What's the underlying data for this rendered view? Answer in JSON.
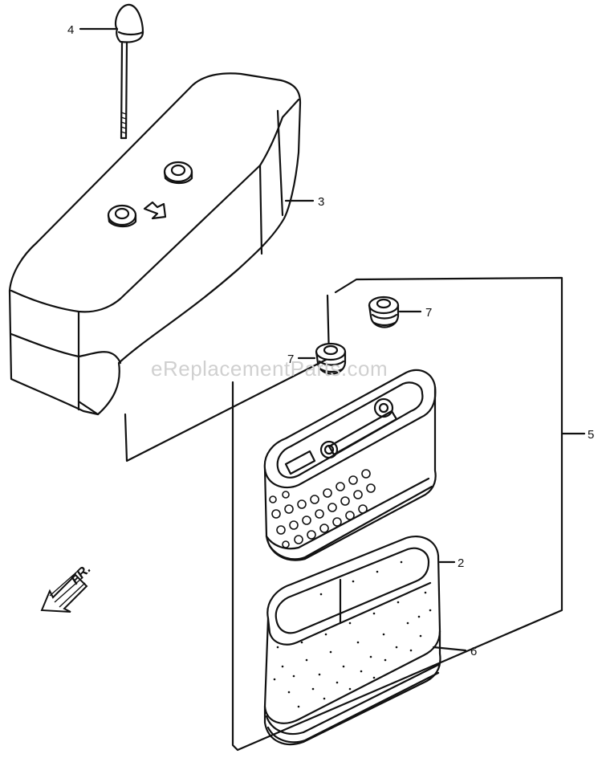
{
  "labels": {
    "c4": "4",
    "c3": "3",
    "c7a": "7",
    "c7b": "7",
    "c5": "5",
    "c2": "2",
    "c6": "6"
  },
  "direction_label": "FR.",
  "watermark": "eReplacementParts.com",
  "colors": {
    "line": "#111111",
    "watermark": "#d0d0d0",
    "background": "#ffffff"
  }
}
